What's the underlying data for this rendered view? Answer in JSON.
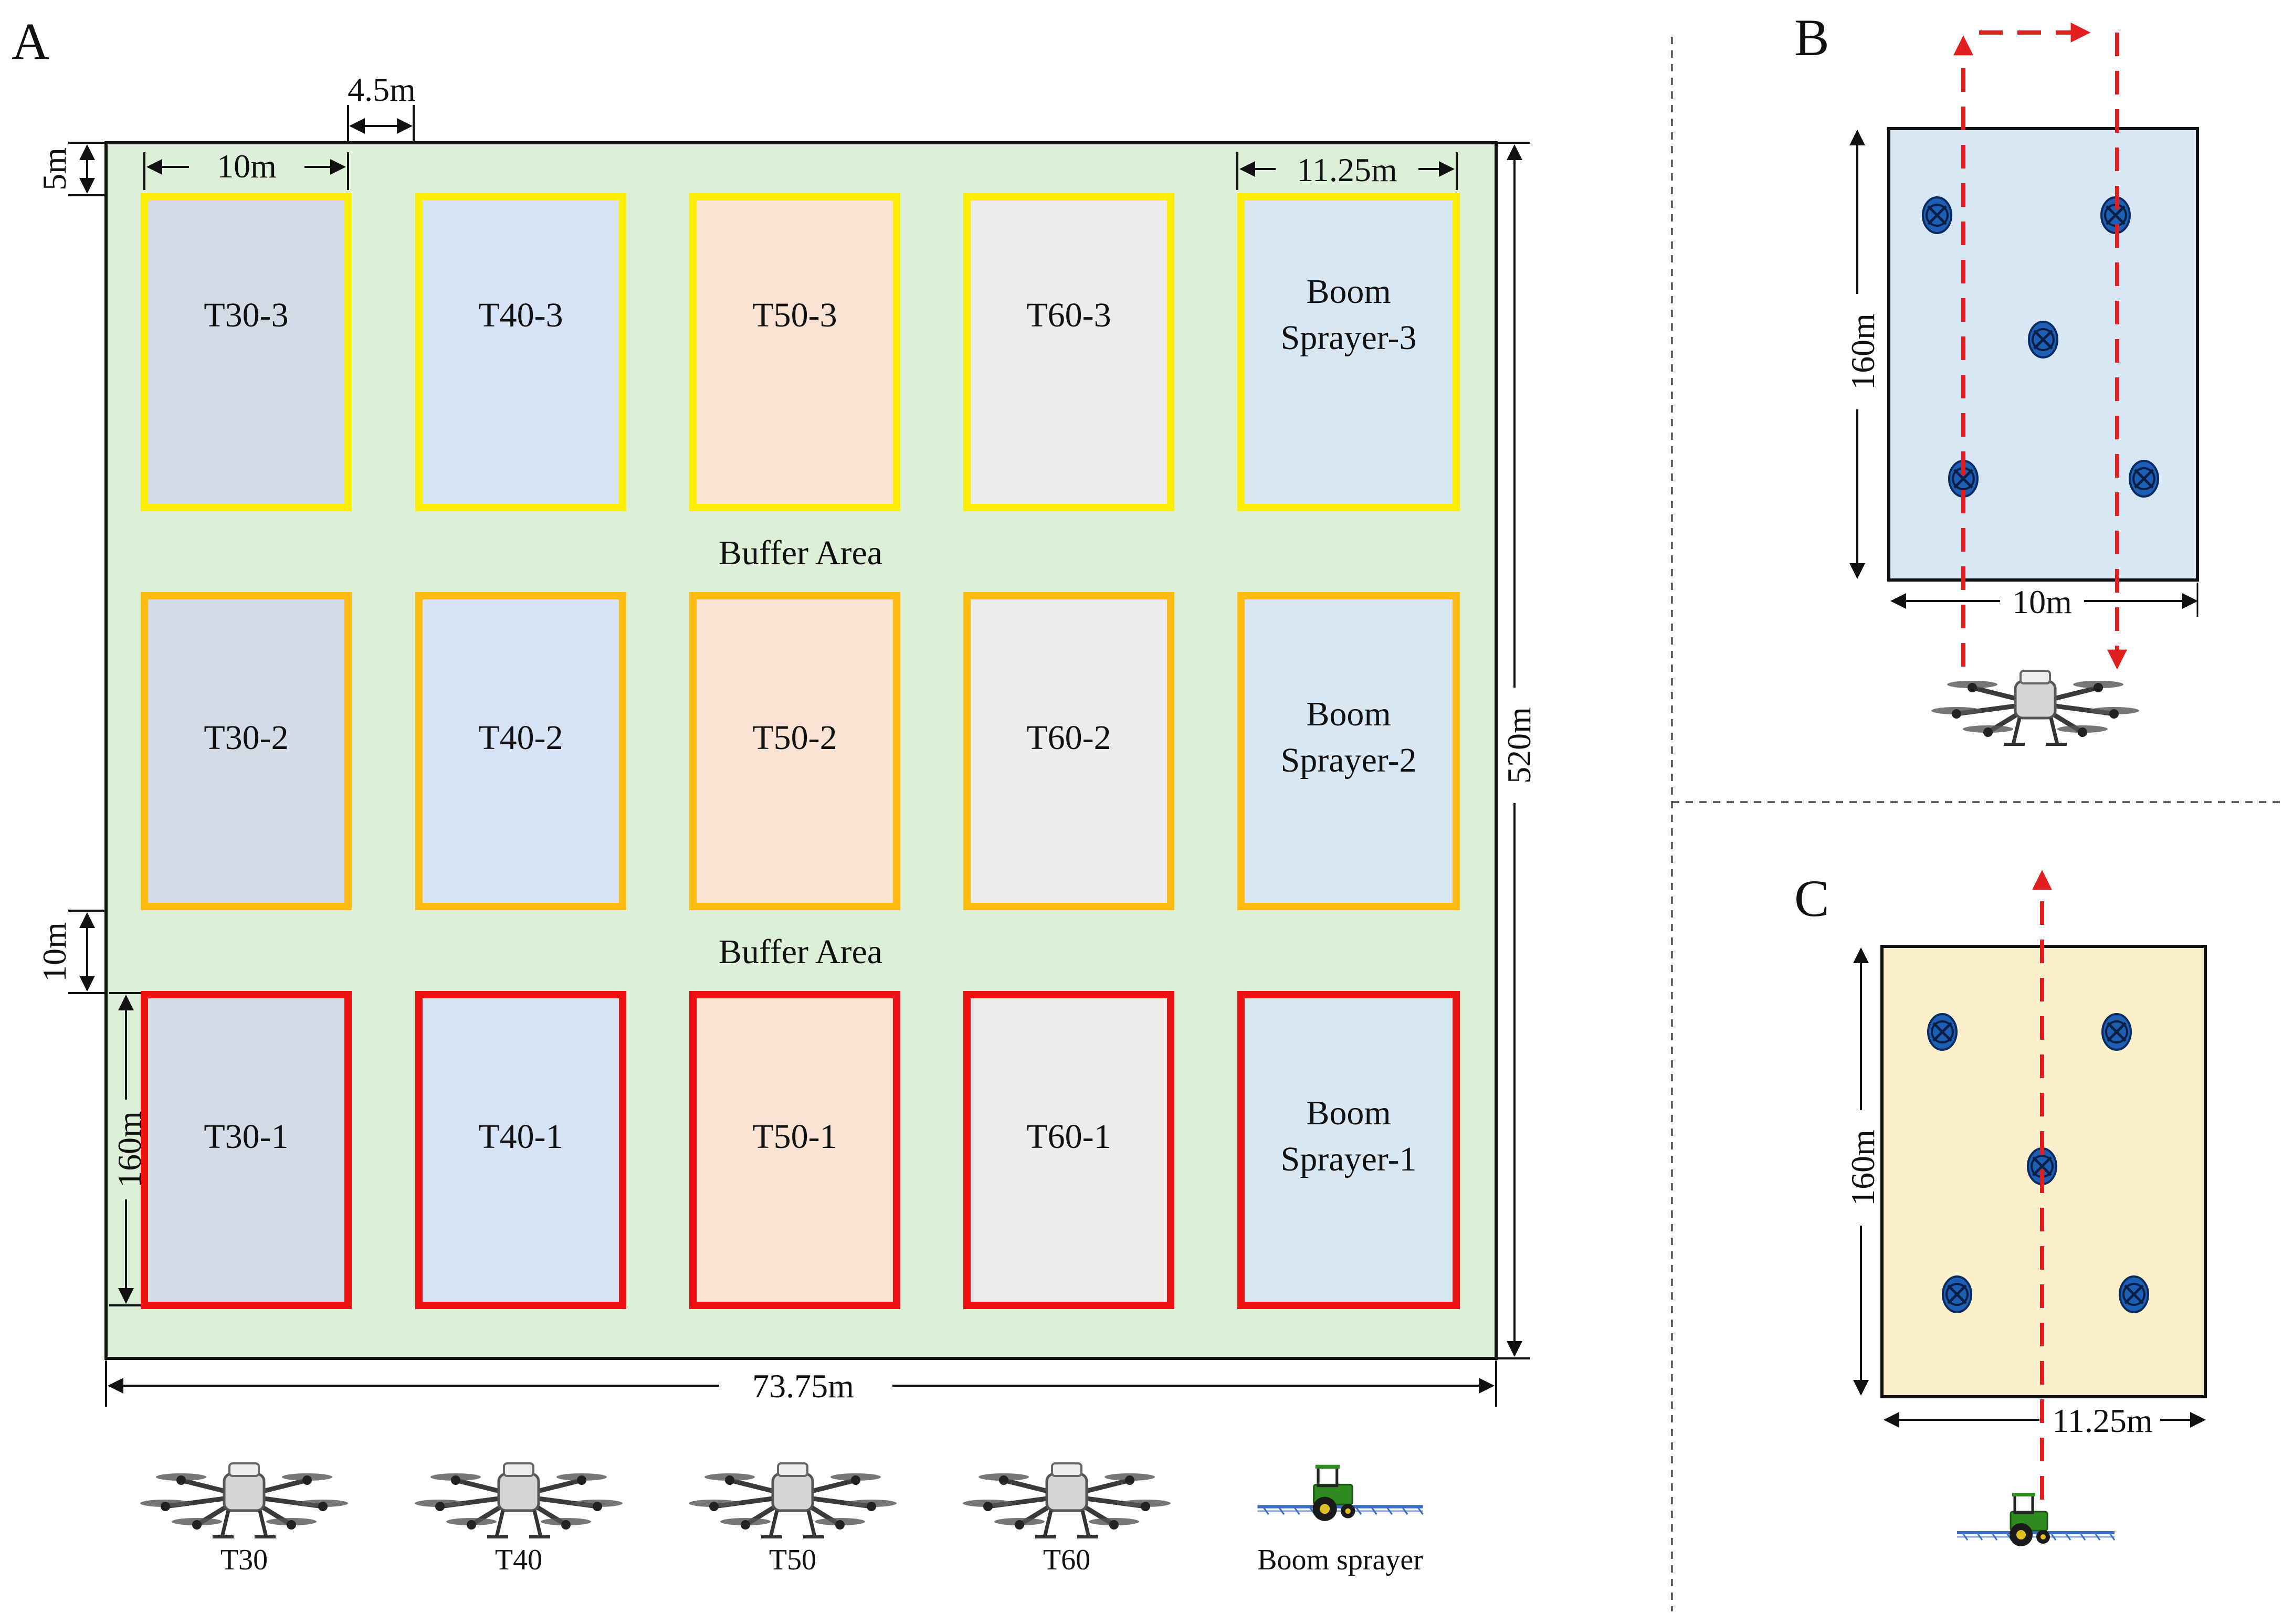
{
  "panels": {
    "a": "A",
    "b": "B",
    "c": "C"
  },
  "panel_a": {
    "rows": [
      {
        "level": "3",
        "border_color": "#ffee00",
        "plots": [
          "T30-3",
          "T40-3",
          "T50-3",
          "T60-3",
          [
            "Boom",
            "Sprayer-3"
          ]
        ]
      },
      {
        "level": "2",
        "border_color": "#ffbb11",
        "plots": [
          "T30-2",
          "T40-2",
          "T50-2",
          "T60-2",
          [
            "Boom",
            "Sprayer-2"
          ]
        ]
      },
      {
        "level": "1",
        "border_color": "#ee1111",
        "plots": [
          "T30-1",
          "T40-1",
          "T50-1",
          "T60-1",
          [
            "Boom",
            "Sprayer-1"
          ]
        ]
      }
    ],
    "column_fills": [
      "#d2dbe6",
      "#d6e3f4",
      "#fbe3d3",
      "#ececec",
      "#d8e7f4"
    ],
    "field_fill": "#dcf0d8",
    "buffer_labels": [
      "Buffer Area",
      "Buffer Area"
    ],
    "dimensions": {
      "gap": "4.5m",
      "margin": "5m",
      "plot_width_drone": "10m",
      "plot_width_boom": "11.25m",
      "buffer": "10m",
      "plot_length": "160m",
      "field_length": "520m",
      "field_width": "73.75m"
    },
    "equipment": [
      {
        "label": "T30",
        "icon": "drone-icon"
      },
      {
        "label": "T40",
        "icon": "drone-icon"
      },
      {
        "label": "T50",
        "icon": "drone-icon"
      },
      {
        "label": "T60",
        "icon": "drone-icon"
      },
      {
        "label": "Boom sprayer",
        "icon": "tractor-sprayer-icon"
      }
    ]
  },
  "panel_b": {
    "fill": "#d8e7f4",
    "length": "160m",
    "width": "10m",
    "icon": "drone-icon",
    "sample_points": 5
  },
  "panel_c": {
    "fill": "#fcefcb",
    "length": "160m",
    "width": "11.25m",
    "icon": "tractor-sprayer-icon",
    "sample_points": 5
  },
  "colors": {
    "path_red": "#e02020",
    "sample_blue": "#1d5fb5",
    "line": "#111111"
  }
}
